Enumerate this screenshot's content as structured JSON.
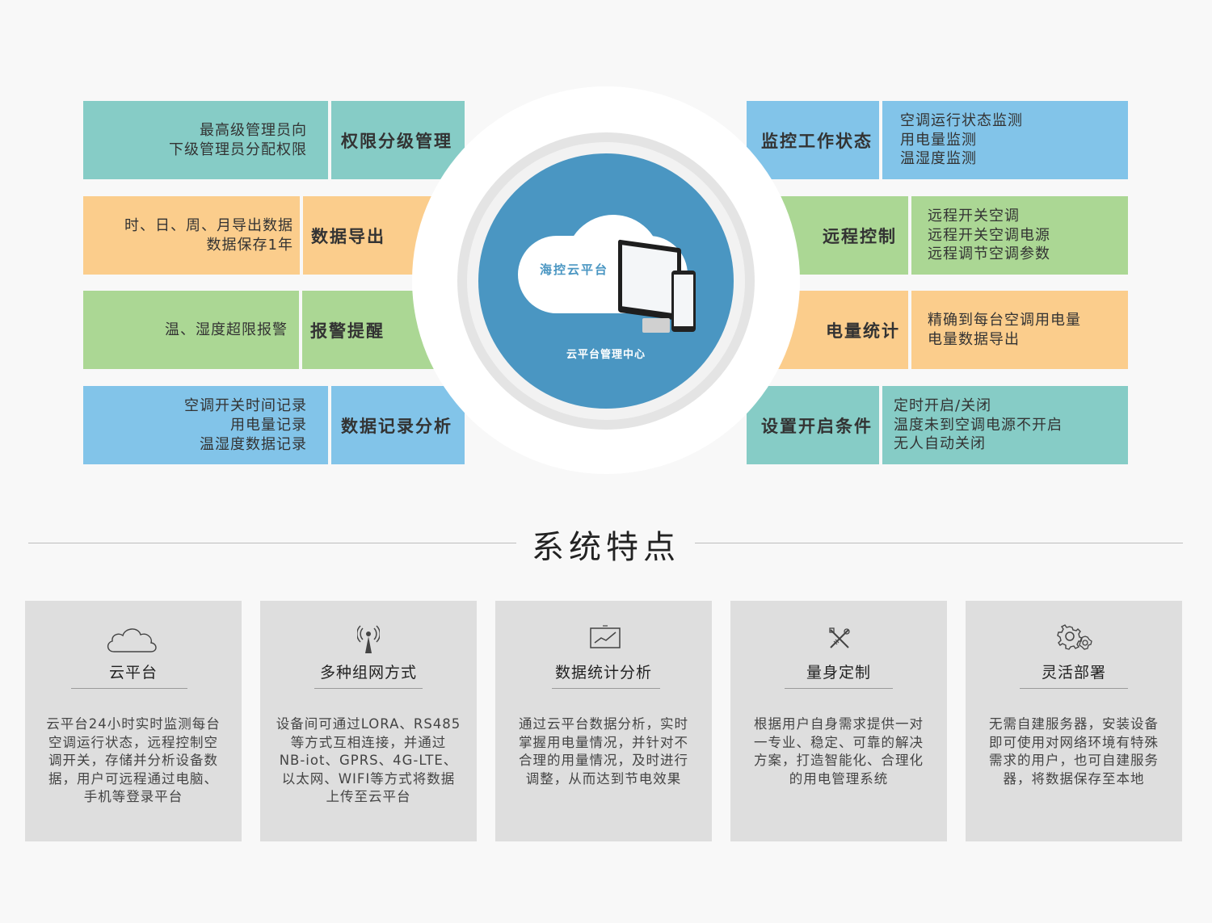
{
  "left_rows": [
    {
      "desc": "最高级管理员向\n下级管理员分配权限",
      "title": "权限分级管理"
    },
    {
      "desc": "时、日、周、月导出数据\n数据保存1年",
      "title": "数据导出"
    },
    {
      "desc": "温、湿度超限报警",
      "title": "报警提醒"
    },
    {
      "desc": "空调开关时间记录\n用电量记录\n温湿度数据记录",
      "title": "数据记录分析"
    }
  ],
  "right_rows": [
    {
      "title": "监控工作状态",
      "desc": "空调运行状态监测\n用电量监测\n温湿度监测"
    },
    {
      "title": "远程控制",
      "desc": "远程开关空调\n远程开关空调电源\n远程调节空调参数"
    },
    {
      "title": "电量统计",
      "desc": "精确到每台空调用电量\n电量数据导出"
    },
    {
      "title": "设置开启条件",
      "desc": "定时开启/关闭\n温度未到空调电源不开启\n无人自动关闭"
    }
  ],
  "center": {
    "cloud_label": "海控云平台",
    "caption": "云平台管理中心"
  },
  "section": {
    "title": "系统特点"
  },
  "features": [
    {
      "icon": "cloud-icon",
      "title": "云平台",
      "text": "云平台24小时实时监测每台\n空调运行状态，远程控制空\n调开关，存储并分析设备数\n据，用户可远程通过电脑、\n手机等登录平台"
    },
    {
      "icon": "antenna-icon",
      "title": "多种组网方式",
      "text": "设备间可通过LORA、RS485\n等方式互相连接，并通过\nNB-iot、GPRS、4G-LTE、\n以太网、WIFI等方式将数据\n上传至云平台"
    },
    {
      "icon": "chart-icon",
      "title": "数据统计分析",
      "text": "通过云平台数据分析，实时\n掌握用电量情况，并针对不\n合理的用量情况，及时进行\n调整，从而达到节电效果"
    },
    {
      "icon": "tools-icon",
      "title": "量身定制",
      "text": "根据用户自身需求提供一对\n一专业、稳定、可靠的解决\n方案，打造智能化、合理化\n的用电管理系统"
    },
    {
      "icon": "gears-icon",
      "title": "灵活部署",
      "text": "无需自建服务器，安装设备\n即可使用对网络环境有特殊\n需求的用户，也可自建服务\n器，将数据保存至本地"
    }
  ]
}
